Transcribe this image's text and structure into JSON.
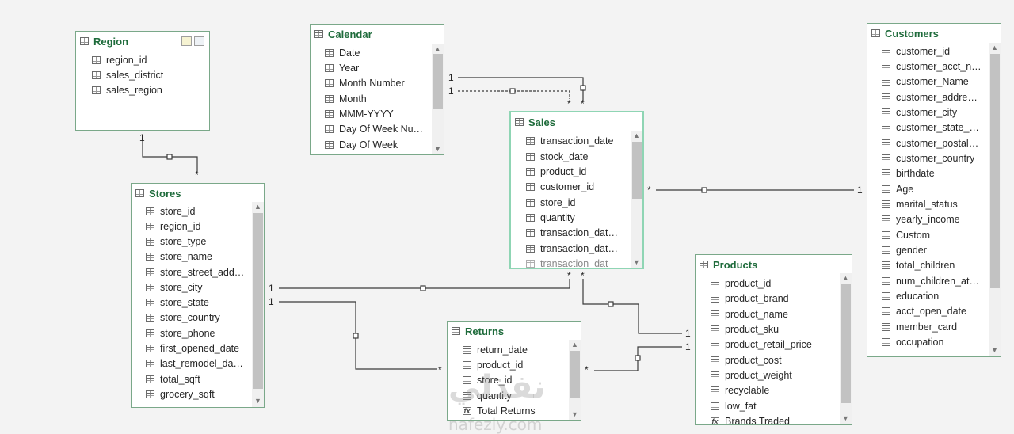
{
  "tables": {
    "region": {
      "title": "Region",
      "fields": [
        "region_id",
        "sales_district",
        "sales_region"
      ]
    },
    "calendar": {
      "title": "Calendar",
      "fields": [
        "Date",
        "Year",
        "Month Number",
        "Month",
        "MMM-YYYY",
        "Day Of Week Nu…",
        "Day Of Week"
      ]
    },
    "customers": {
      "title": "Customers",
      "fields": [
        "customer_id",
        "customer_acct_n…",
        "customer_Name",
        "customer_addre…",
        "customer_city",
        "customer_state_…",
        "customer_postal…",
        "customer_country",
        "birthdate",
        "Age",
        "marital_status",
        "yearly_income",
        "Custom",
        "gender",
        "total_children",
        "num_children_at…",
        "education",
        "acct_open_date",
        "member_card",
        "occupation"
      ]
    },
    "sales": {
      "title": "Sales",
      "fields": [
        "transaction_date",
        "stock_date",
        "product_id",
        "customer_id",
        "store_id",
        "quantity",
        "transaction_dat…",
        "transaction_dat…",
        "transaction_dat"
      ]
    },
    "stores": {
      "title": "Stores",
      "fields": [
        "store_id",
        "region_id",
        "store_type",
        "store_name",
        "store_street_add…",
        "store_city",
        "store_state",
        "store_country",
        "store_phone",
        "first_opened_date",
        "last_remodel_da…",
        "total_sqft",
        "grocery_sqft"
      ]
    },
    "returns": {
      "title": "Returns",
      "fields": [
        "return_date",
        "product_id",
        "store_id",
        "quantity"
      ],
      "measure": "Total Returns"
    },
    "products": {
      "title": "Products",
      "fields": [
        "product_id",
        "product_brand",
        "product_name",
        "product_sku",
        "product_retail_price",
        "product_cost",
        "product_weight",
        "recyclable",
        "low_fat"
      ],
      "measure": "Brands Traded"
    }
  },
  "cardinality": {
    "region_stores_one": "1",
    "region_stores_many": "*",
    "calendar_sales_one_a": "1",
    "calendar_sales_one_b": "1",
    "calendar_sales_many_a": "*",
    "calendar_sales_many_b": "*",
    "sales_customers_many": "*",
    "sales_customers_one": "1",
    "stores_sales_one": "1",
    "stores_returns_one": "1",
    "sales_many_a": "*",
    "sales_many_b": "*",
    "returns_many": "*",
    "products_one_a": "1",
    "products_one_b": "1"
  },
  "watermark": {
    "arabic": "نفذلي",
    "latin": "nafezly.com"
  },
  "colors": {
    "title": "#1e6b3b",
    "border": "#7aa889",
    "selected_border": "#8fd5b4",
    "line": "#3a3a3a"
  }
}
